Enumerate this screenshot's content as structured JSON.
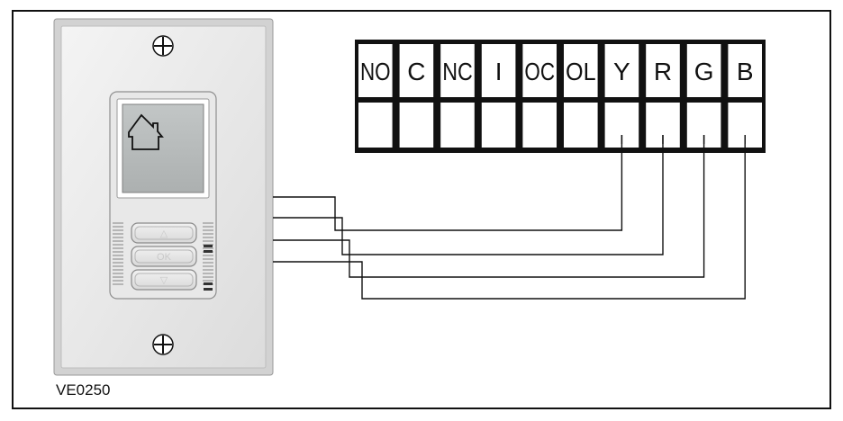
{
  "model": "VE0250",
  "controls": {
    "up_label": "△",
    "ok_label": "OK",
    "down_label": "▽"
  },
  "display": {
    "icon": "home-icon"
  },
  "terminal_block": {
    "labels": [
      "NO",
      "C",
      "NC",
      "I",
      "OC",
      "OL",
      "Y",
      "R",
      "G",
      "B"
    ]
  },
  "wired_terminals": [
    "Y",
    "R",
    "G",
    "B"
  ],
  "colors": {
    "plate": "#ebebeb",
    "lcd": "#b8bcbc",
    "line": "#111111"
  }
}
